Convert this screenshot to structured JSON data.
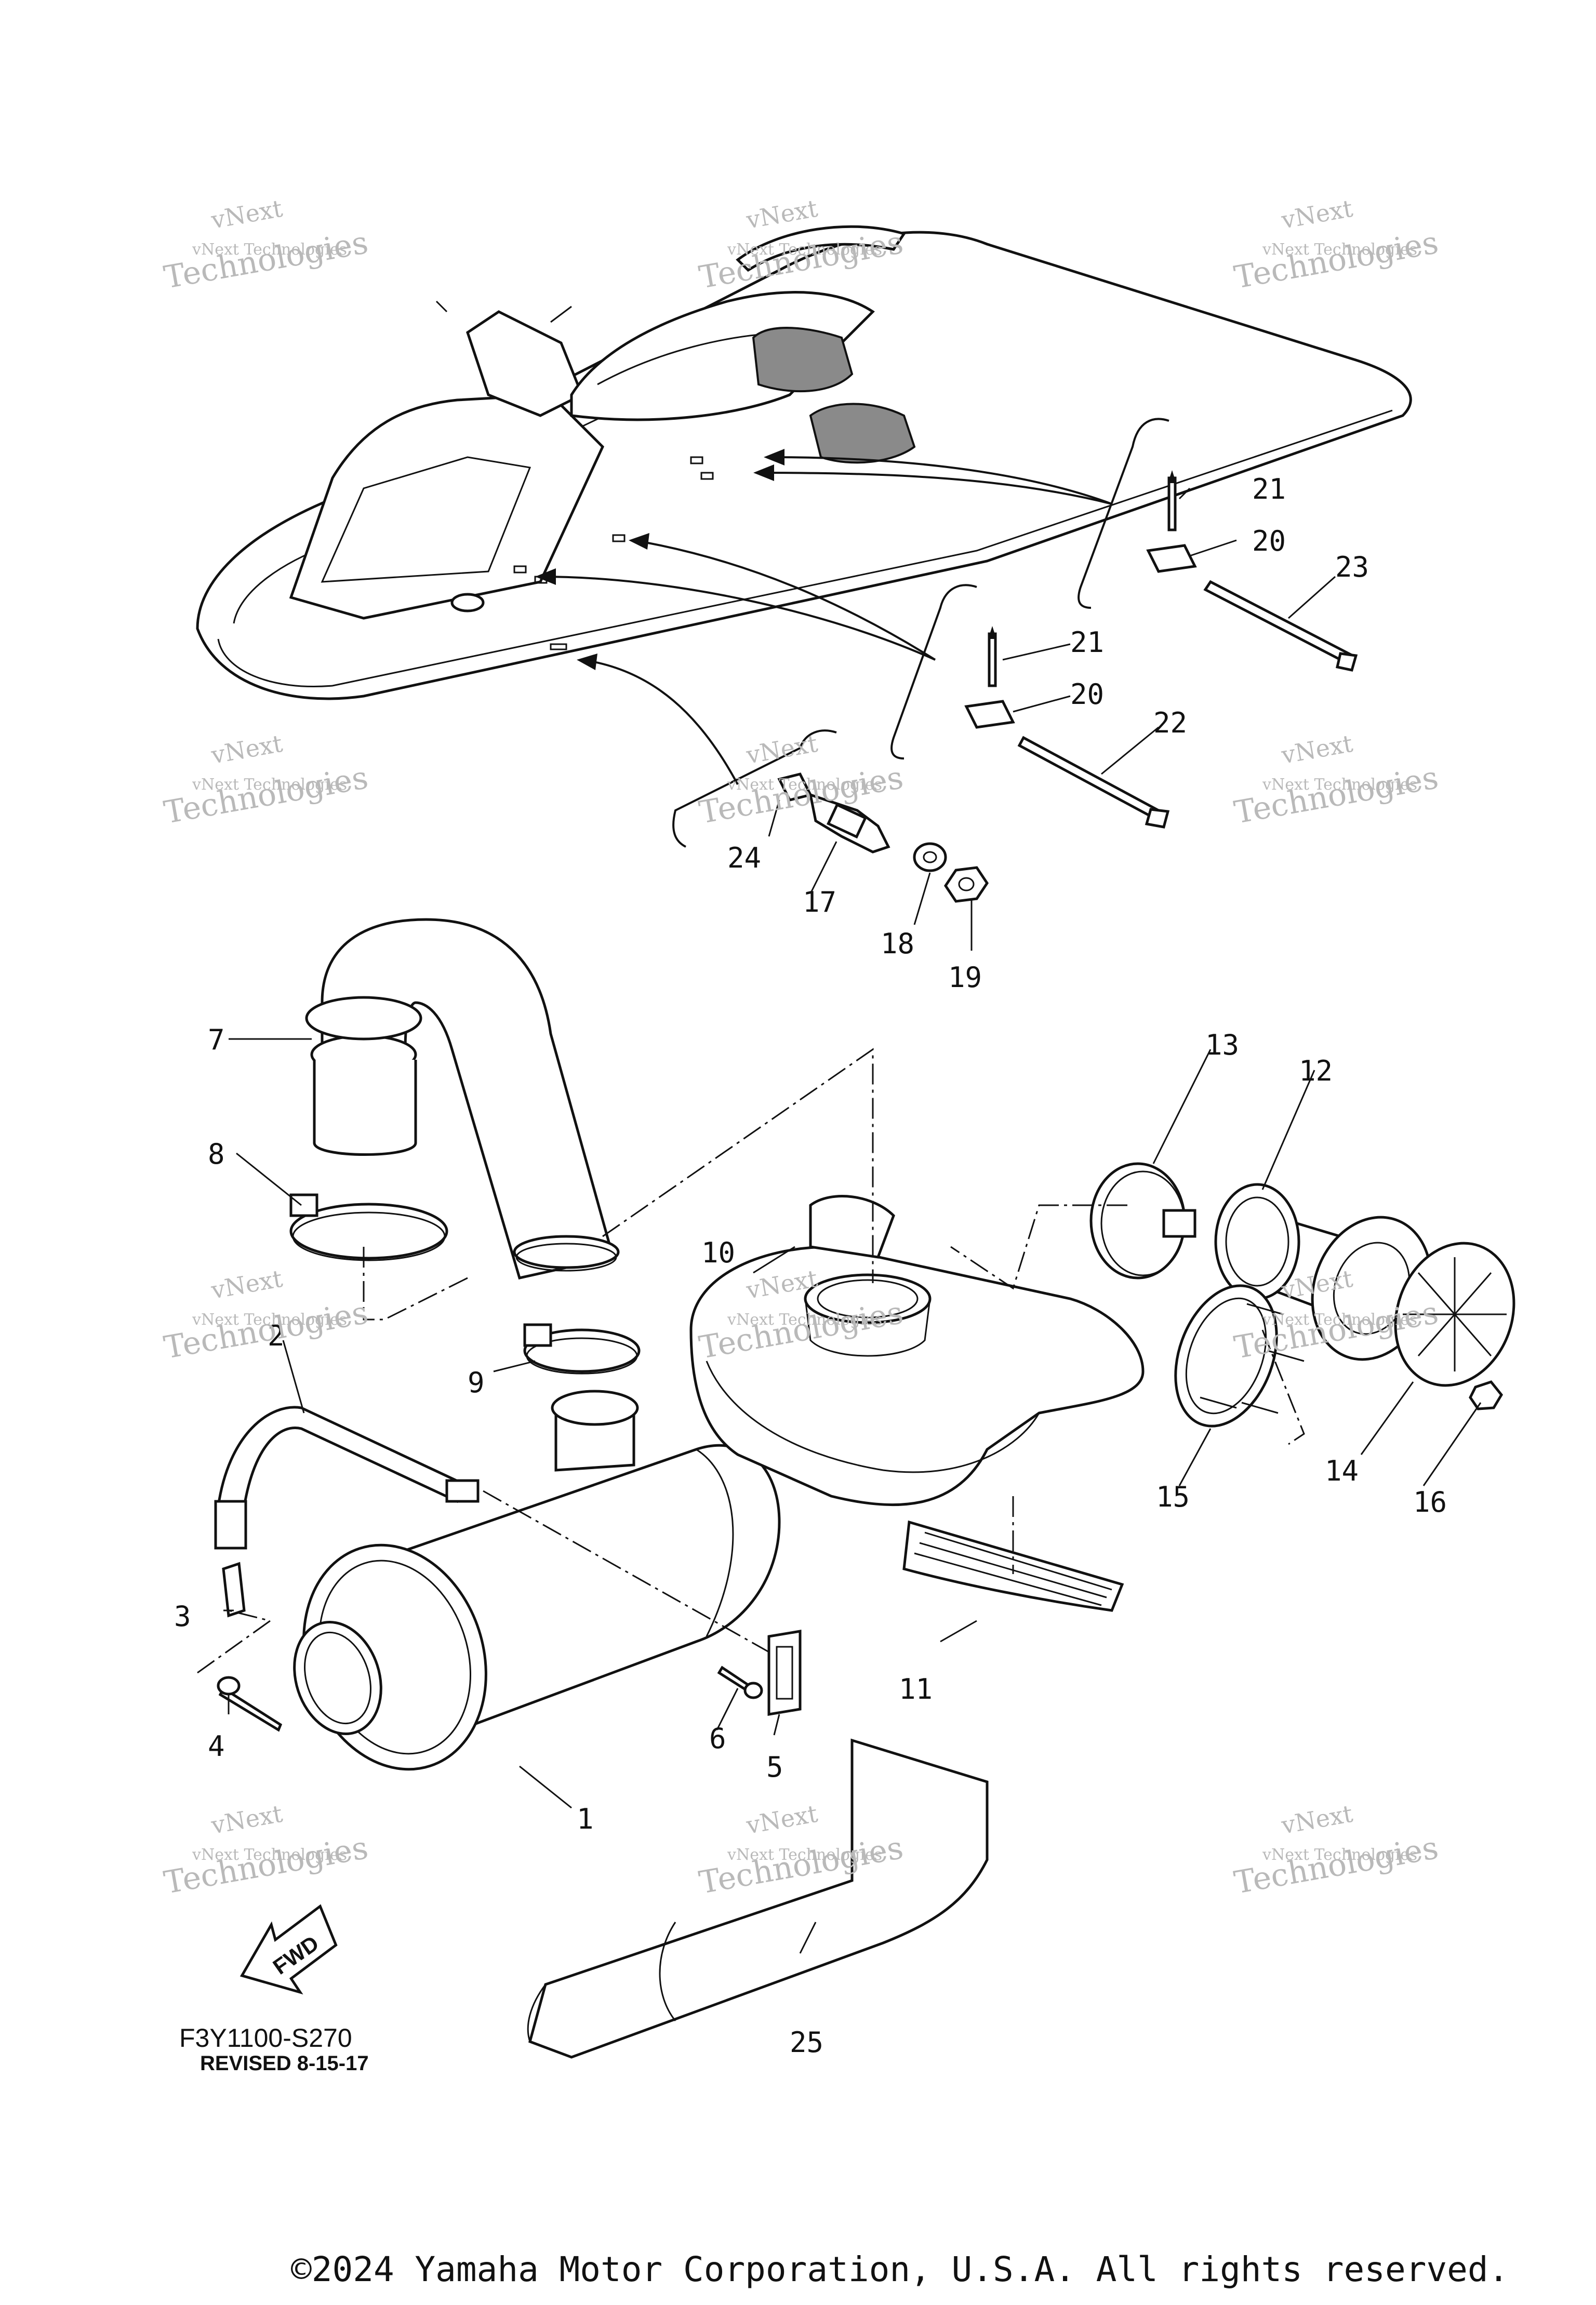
{
  "diagram": {
    "callouts": [
      {
        "id": "1",
        "label": "1"
      },
      {
        "id": "2",
        "label": "2"
      },
      {
        "id": "3",
        "label": "3"
      },
      {
        "id": "4",
        "label": "4"
      },
      {
        "id": "5",
        "label": "5"
      },
      {
        "id": "6",
        "label": "6"
      },
      {
        "id": "7",
        "label": "7"
      },
      {
        "id": "8",
        "label": "8"
      },
      {
        "id": "9",
        "label": "9"
      },
      {
        "id": "10",
        "label": "10"
      },
      {
        "id": "11",
        "label": "11"
      },
      {
        "id": "12",
        "label": "12"
      },
      {
        "id": "13",
        "label": "13"
      },
      {
        "id": "14",
        "label": "14"
      },
      {
        "id": "15",
        "label": "15"
      },
      {
        "id": "16",
        "label": "16"
      },
      {
        "id": "17",
        "label": "17"
      },
      {
        "id": "18",
        "label": "18"
      },
      {
        "id": "19",
        "label": "19"
      },
      {
        "id": "20a",
        "label": "20"
      },
      {
        "id": "20b",
        "label": "20"
      },
      {
        "id": "21a",
        "label": "21"
      },
      {
        "id": "21b",
        "label": "21"
      },
      {
        "id": "22",
        "label": "22"
      },
      {
        "id": "23",
        "label": "23"
      },
      {
        "id": "24",
        "label": "24"
      },
      {
        "id": "25",
        "label": "25"
      }
    ],
    "direction_label": "FWD",
    "diagram_code": "F3Y1100-S270",
    "revision": "REVISED 8-15-17"
  },
  "watermark": {
    "line1": "vNext",
    "line2": "vNext Technologies",
    "line3": "Technologies"
  },
  "footer": {
    "copyright": "©2024 Yamaha Motor Corporation, U.S.A. All rights reserved."
  }
}
